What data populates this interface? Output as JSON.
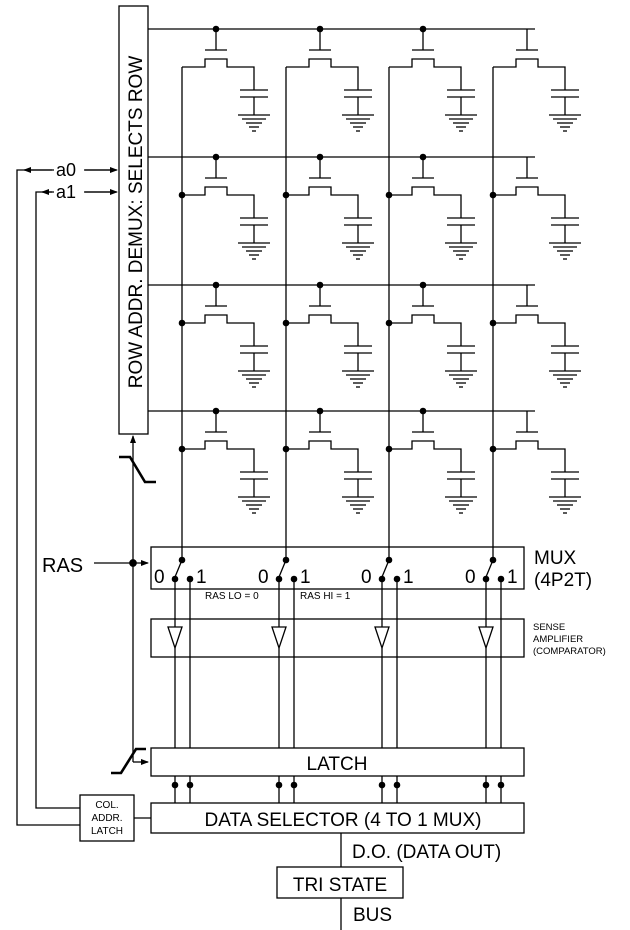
{
  "row_demux": {
    "label": "ROW ADDR. DEMUX: SELECTS ROW"
  },
  "address_inputs": {
    "a0": "a0",
    "a1": "a1"
  },
  "ras": {
    "label": "RAS"
  },
  "mux": {
    "label_line1": "MUX",
    "label_line2": "(4P2T)",
    "switch_pos_0": "0",
    "switch_pos_1": "1",
    "ras_lo_note": "RAS LO = 0",
    "ras_hi_note": "RAS HI = 1"
  },
  "sense_amplifier": {
    "line1": "SENSE",
    "line2": "AMPLIFIER",
    "line3": "(COMPARATOR)"
  },
  "latch": {
    "label": "LATCH"
  },
  "col_addr_latch": {
    "line1": "COL.",
    "line2": "ADDR.",
    "line3": "LATCH"
  },
  "data_selector": {
    "label": "DATA SELECTOR (4 TO 1 MUX)"
  },
  "data_out": {
    "label": "D.O. (DATA OUT)"
  },
  "tri_state": {
    "label": "TRI STATE"
  },
  "bus": {
    "label": "BUS"
  },
  "memory_array": {
    "rows": 4,
    "columns": 4
  }
}
